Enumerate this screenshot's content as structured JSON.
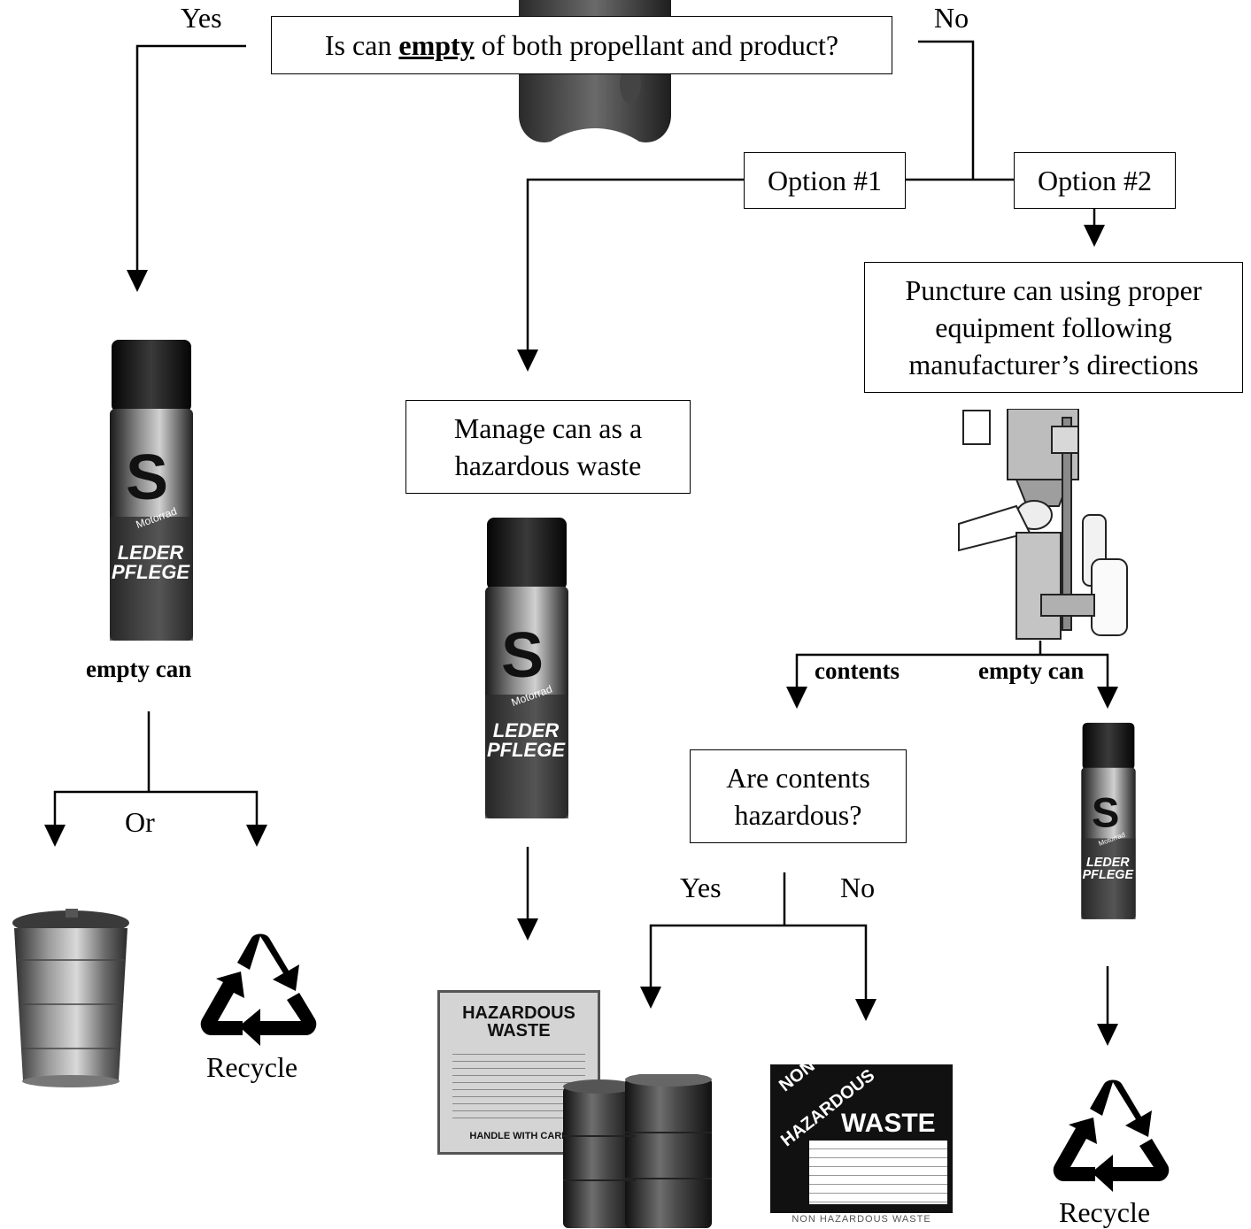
{
  "question": {
    "pre": "Is can ",
    "emph": "empty",
    "post": " of both propellant and product?"
  },
  "branch_yes": "Yes",
  "branch_no": "No",
  "option1": "Option #1",
  "option2": "Option #2",
  "puncture": [
    "Puncture can using proper",
    "equipment following",
    "manufacturer’s directions"
  ],
  "manage": [
    "Manage can as a",
    "hazardous waste"
  ],
  "are_contents": [
    "Are contents",
    "hazardous?"
  ],
  "empty_can_left": "empty can",
  "contents": "contents",
  "empty_can_right": "empty can",
  "or": "Or",
  "sub_yes": "Yes",
  "sub_no": "No",
  "recycle_left": "Recycle",
  "recycle_right": "Recycle",
  "can_label": {
    "brand": "S",
    "sub": "Motorrad",
    "line1": "LEDER",
    "line2": "PFLEGE"
  },
  "haz_sign": {
    "line1": "HAZARDOUS",
    "line2": "WASTE",
    "footer": "HANDLE WITH CARE"
  },
  "nonhaz_sign": {
    "line1": "NON-",
    "line2": "HAZARDOUS",
    "line3": "WASTE",
    "caption": "NON HAZARDOUS WASTE"
  }
}
